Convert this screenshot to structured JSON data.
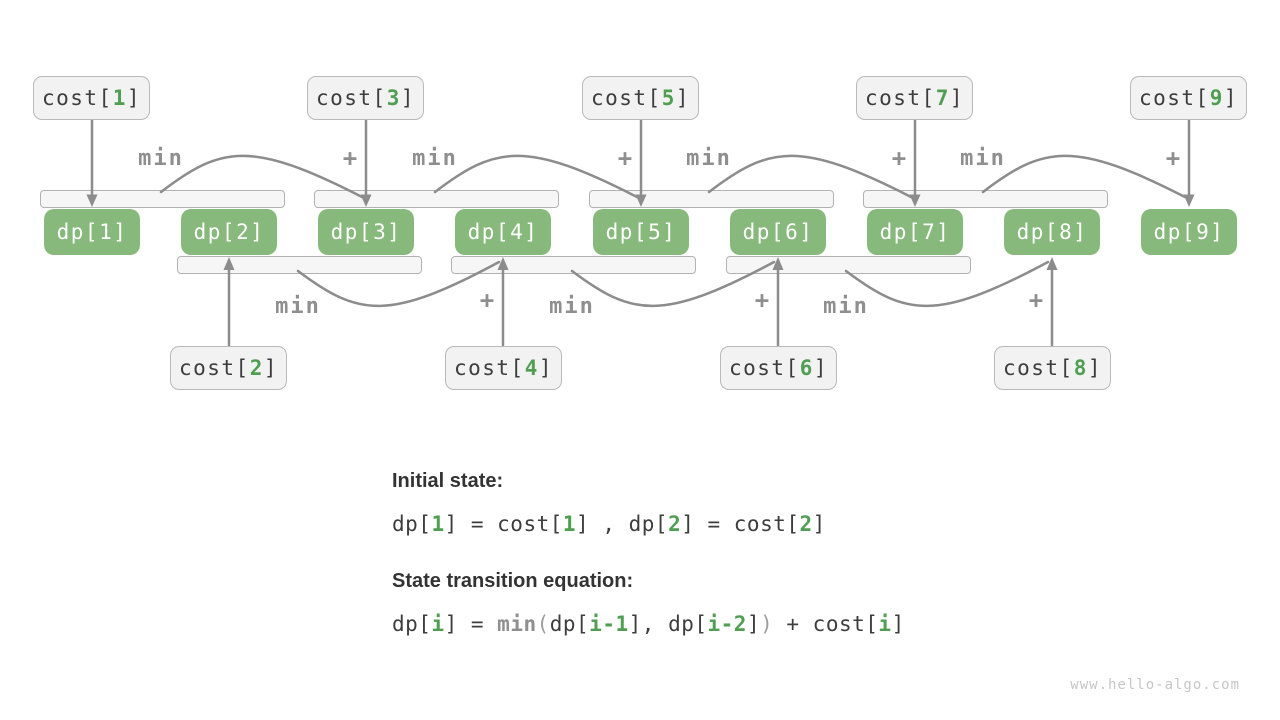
{
  "colors": {
    "dp_box_green": "#87b97c",
    "index_green": "#4f9e52",
    "dark_text": "#3d3d3d",
    "arrow_gray": "#8c8c8c",
    "cost_box_fill": "#f2f2f2",
    "cost_box_border": "#b9b9b9",
    "bracket_fill": "#f6f6f6"
  },
  "diagram": {
    "op_min": "min",
    "op_plus": "+",
    "cost_top_boxes": [
      {
        "prefix": "cost[",
        "index": "1",
        "suffix": "]"
      },
      {
        "prefix": "cost[",
        "index": "3",
        "suffix": "]"
      },
      {
        "prefix": "cost[",
        "index": "5",
        "suffix": "]"
      },
      {
        "prefix": "cost[",
        "index": "7",
        "suffix": "]"
      },
      {
        "prefix": "cost[",
        "index": "9",
        "suffix": "]"
      }
    ],
    "cost_bottom_boxes": [
      {
        "prefix": "cost[",
        "index": "2",
        "suffix": "]"
      },
      {
        "prefix": "cost[",
        "index": "4",
        "suffix": "]"
      },
      {
        "prefix": "cost[",
        "index": "6",
        "suffix": "]"
      },
      {
        "prefix": "cost[",
        "index": "8",
        "suffix": "]"
      }
    ],
    "dp_boxes": [
      {
        "label": "dp[1]"
      },
      {
        "label": "dp[2]"
      },
      {
        "label": "dp[3]"
      },
      {
        "label": "dp[4]"
      },
      {
        "label": "dp[5]"
      },
      {
        "label": "dp[6]"
      },
      {
        "label": "dp[7]"
      },
      {
        "label": "dp[8]"
      },
      {
        "label": "dp[9]"
      }
    ]
  },
  "notes": {
    "initial_heading": "Initial state:",
    "initial_eq": [
      {
        "t": "dp["
      },
      {
        "t": "1"
      },
      {
        "t": "] = cost["
      },
      {
        "t": "1"
      },
      {
        "t": "] , dp["
      },
      {
        "t": "2"
      },
      {
        "t": "] = cost["
      },
      {
        "t": "2"
      },
      {
        "t": "]"
      }
    ],
    "transition_heading": "State transition equation:",
    "transition_eq": [
      {
        "t": "dp["
      },
      {
        "t": "i"
      },
      {
        "t": "] = "
      },
      {
        "t": "min"
      },
      {
        "t": "("
      },
      {
        "t": "dp["
      },
      {
        "t": "i-1"
      },
      {
        "t": "], dp["
      },
      {
        "t": "i-2"
      },
      {
        "t": "]"
      },
      {
        "t": ")"
      },
      {
        "t": " + cost["
      },
      {
        "t": "i"
      },
      {
        "t": "]"
      }
    ]
  },
  "watermark": "www.hello-algo.com"
}
